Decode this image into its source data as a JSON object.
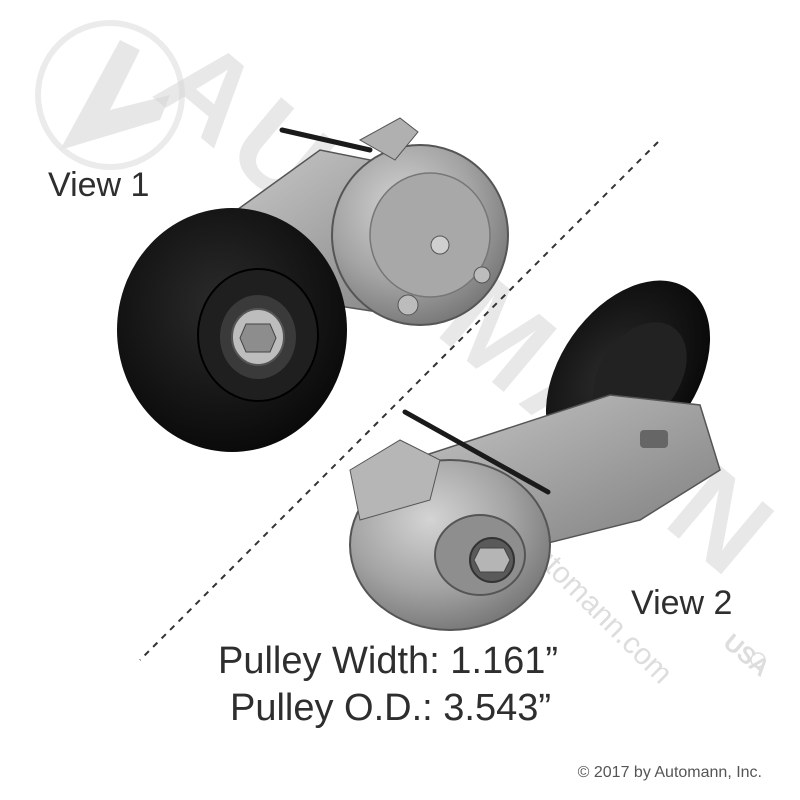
{
  "labels": {
    "view1": "View 1",
    "view2": "View 2",
    "pulley_width": "Pulley Width: 1.161”",
    "pulley_od": "Pulley O.D.: 3.543”",
    "copyright": "© 2017 by Automann, Inc."
  },
  "watermark": {
    "brand": "AUTOMANN",
    "site": "automann.com",
    "tag": "USA"
  },
  "colors": {
    "metal": "#9a9a9a",
    "pulley": "#151515",
    "text": "#2e2e2e",
    "watermark": "#d8d8d8"
  }
}
